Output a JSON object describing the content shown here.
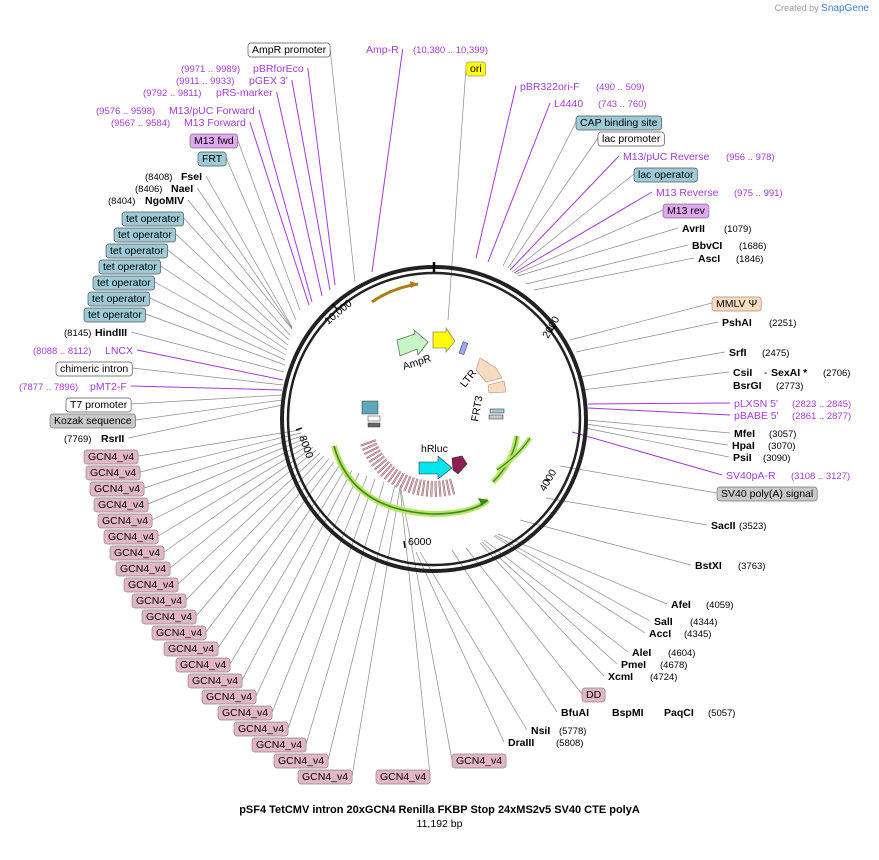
{
  "branding": {
    "created_by": "Created by",
    "app": "SnapGene"
  },
  "title": "pSF4 TetCMV intron 20xGCN4 Renilla FKBP Stop 24xMS2v5 SV40 CTE polyA",
  "subtitle": "11,192 bp",
  "ticks": [
    "2000",
    "4000",
    "6000",
    "8000",
    "10,000"
  ],
  "inner_labels": [
    "AmpR",
    "LTR",
    "FRT3",
    "hRluc"
  ],
  "colors": {
    "purple": "#a13bd6",
    "blue_box": "#9ccad6",
    "pink_box": "#e2b6c4",
    "gray_box": "#c9c9c9",
    "orange_box": "#f8dcc0",
    "yellow_box": "#ffff00",
    "violet_box": "#e0a8f0"
  },
  "features": [
    {
      "text": "AmpR promoter",
      "style": "white"
    },
    {
      "text": "Amp-R",
      "style": "purple"
    },
    {
      "text": "(10,380 .. 10,399)",
      "style": "purple-small"
    },
    {
      "text": "ori",
      "style": "yellow"
    },
    {
      "text": "(9971 .. 9989)",
      "style": "purple-small"
    },
    {
      "text": "pBRforEco",
      "style": "purple"
    },
    {
      "text": "(9911 .. 9933)",
      "style": "purple-small"
    },
    {
      "text": "pGEX 3'",
      "style": "purple"
    },
    {
      "text": "(9792 .. 9811)",
      "style": "purple-small"
    },
    {
      "text": "pRS-marker",
      "style": "purple"
    },
    {
      "text": "(9576 .. 9598)",
      "style": "purple-small"
    },
    {
      "text": "M13/pUC Forward",
      "style": "purple"
    },
    {
      "text": "(9567 .. 9584)",
      "style": "purple-small"
    },
    {
      "text": "M13 Forward",
      "style": "purple"
    },
    {
      "text": "M13 fwd",
      "style": "violet"
    },
    {
      "text": "FRT",
      "style": "blue"
    },
    {
      "text": "(8408)",
      "style": "num"
    },
    {
      "text": "FseI",
      "style": "bold"
    },
    {
      "text": "(8406)",
      "style": "num"
    },
    {
      "text": "NaeI",
      "style": "bold"
    },
    {
      "text": "(8404)",
      "style": "num"
    },
    {
      "text": "NgoMIV",
      "style": "bold"
    },
    {
      "text": "tet operator",
      "style": "blue"
    },
    {
      "text": "(8145)",
      "style": "num"
    },
    {
      "text": "HindIII",
      "style": "bold"
    },
    {
      "text": "(8088 .. 8112)",
      "style": "purple-small"
    },
    {
      "text": "LNCX",
      "style": "purple"
    },
    {
      "text": "chimeric intron",
      "style": "white"
    },
    {
      "text": "(7877 .. 7896)",
      "style": "purple-small"
    },
    {
      "text": "pMT2-F",
      "style": "purple"
    },
    {
      "text": "T7 promoter",
      "style": "white"
    },
    {
      "text": "Kozak sequence",
      "style": "gray"
    },
    {
      "text": "(7769)",
      "style": "num"
    },
    {
      "text": "RsrII",
      "style": "bold"
    },
    {
      "text": "GCN4_v4",
      "style": "pink"
    },
    {
      "text": "pBR322ori-F",
      "style": "purple"
    },
    {
      "text": "(490 .. 509)",
      "style": "purple-small"
    },
    {
      "text": "L4440",
      "style": "purple"
    },
    {
      "text": "(743 .. 760)",
      "style": "purple-small"
    },
    {
      "text": "CAP binding site",
      "style": "blue"
    },
    {
      "text": "lac promoter",
      "style": "white"
    },
    {
      "text": "M13/pUC Reverse",
      "style": "purple"
    },
    {
      "text": "(956 .. 978)",
      "style": "purple-small"
    },
    {
      "text": "lac operator",
      "style": "blue"
    },
    {
      "text": "M13 Reverse",
      "style": "purple"
    },
    {
      "text": "(975 .. 991)",
      "style": "purple-small"
    },
    {
      "text": "M13 rev",
      "style": "violet"
    },
    {
      "text": "AvrII",
      "style": "bold"
    },
    {
      "text": "(1079)",
      "style": "num"
    },
    {
      "text": "BbvCI",
      "style": "bold"
    },
    {
      "text": "(1686)",
      "style": "num"
    },
    {
      "text": "AscI",
      "style": "bold"
    },
    {
      "text": "(1846)",
      "style": "num"
    },
    {
      "text": "MMLV Ψ",
      "style": "orange"
    },
    {
      "text": "PshAI",
      "style": "bold"
    },
    {
      "text": "(2251)",
      "style": "num"
    },
    {
      "text": "SrfI",
      "style": "bold"
    },
    {
      "text": "(2475)",
      "style": "num"
    },
    {
      "text": "CsiI",
      "style": "bold"
    },
    {
      "text": "-",
      "style": "plain"
    },
    {
      "text": "SexAI *",
      "style": "bold"
    },
    {
      "text": "(2706)",
      "style": "num"
    },
    {
      "text": "BsrGI",
      "style": "bold"
    },
    {
      "text": "(2773)",
      "style": "num"
    },
    {
      "text": "pLXSN 5'",
      "style": "purple"
    },
    {
      "text": "(2823 .. 2845)",
      "style": "purple-small"
    },
    {
      "text": "pBABE 5'",
      "style": "purple"
    },
    {
      "text": "(2861 .. 2877)",
      "style": "purple-small"
    },
    {
      "text": "MfeI",
      "style": "bold"
    },
    {
      "text": "(3057)",
      "style": "num"
    },
    {
      "text": "HpaI",
      "style": "bold"
    },
    {
      "text": "(3070)",
      "style": "num"
    },
    {
      "text": "PsiI",
      "style": "bold"
    },
    {
      "text": "(3090)",
      "style": "num"
    },
    {
      "text": "SV40pA-R",
      "style": "purple"
    },
    {
      "text": "(3108 .. 3127)",
      "style": "purple-small"
    },
    {
      "text": "SV40 poly(A) signal",
      "style": "gray"
    },
    {
      "text": "SacII",
      "style": "bold"
    },
    {
      "text": "(3523)",
      "style": "num"
    },
    {
      "text": "BstXI",
      "style": "bold"
    },
    {
      "text": "(3763)",
      "style": "num"
    },
    {
      "text": "AfeI",
      "style": "bold"
    },
    {
      "text": "(4059)",
      "style": "num"
    },
    {
      "text": "SalI",
      "style": "bold"
    },
    {
      "text": "(4344)",
      "style": "num"
    },
    {
      "text": "AccI",
      "style": "bold"
    },
    {
      "text": "(4345)",
      "style": "num"
    },
    {
      "text": "AleI",
      "style": "bold"
    },
    {
      "text": "(4604)",
      "style": "num"
    },
    {
      "text": "PmeI",
      "style": "bold"
    },
    {
      "text": "(4678)",
      "style": "num"
    },
    {
      "text": "XcmI",
      "style": "bold"
    },
    {
      "text": "(4724)",
      "style": "num"
    },
    {
      "text": "DD",
      "style": "pink"
    },
    {
      "text": "BfuAI",
      "style": "bold"
    },
    {
      "text": "BspMI",
      "style": "bold"
    },
    {
      "text": "PaqCI",
      "style": "bold"
    },
    {
      "text": "(5057)",
      "style": "num"
    },
    {
      "text": "NsiI",
      "style": "bold"
    },
    {
      "text": "(5778)",
      "style": "num"
    },
    {
      "text": "DraIII",
      "style": "bold"
    },
    {
      "text": "(5808)",
      "style": "num"
    }
  ]
}
